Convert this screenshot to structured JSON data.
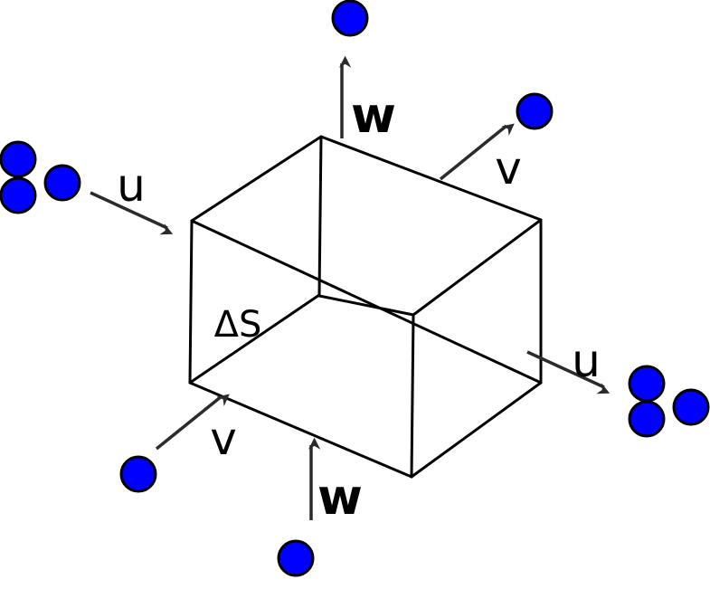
{
  "labels": {
    "w_top": "w",
    "v_top": "v",
    "u_left": "u",
    "u_right": "u",
    "v_bottom": "v",
    "w_bottom": "w",
    "area": "ΔS"
  },
  "colors": {
    "particle": "#0000ff",
    "arrow": "#2b2b2b",
    "edge": "#000000"
  }
}
